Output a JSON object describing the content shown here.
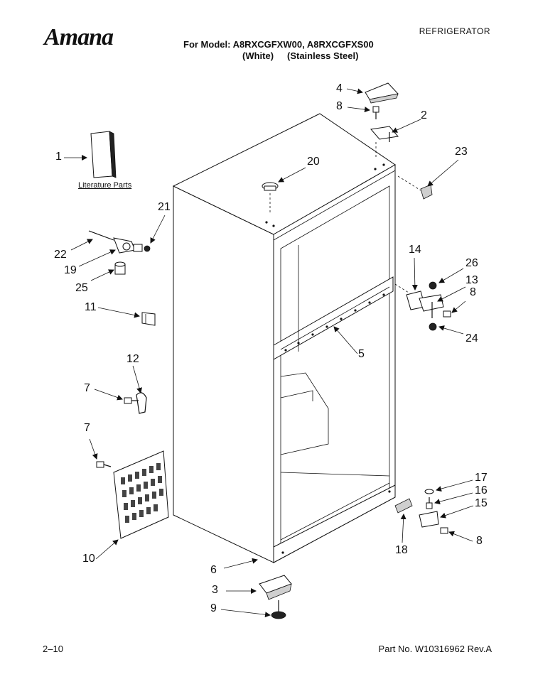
{
  "header": {
    "brand": "Amana",
    "category": "REFRIGERATOR",
    "model_line": "For Model: A8RXCGFXW00, A8RXCGFXS00",
    "variant_white": "(White)",
    "variant_stainless": "(Stainless Steel)"
  },
  "footer": {
    "page": "2–10",
    "part_no": "Part No. W10316962 Rev.A"
  },
  "literature_label": "Literature Parts",
  "callouts": [
    {
      "id": "c1",
      "label": "1"
    },
    {
      "id": "c2",
      "label": "2"
    },
    {
      "id": "c3",
      "label": "3"
    },
    {
      "id": "c4",
      "label": "4"
    },
    {
      "id": "c5",
      "label": "5"
    },
    {
      "id": "c6",
      "label": "6"
    },
    {
      "id": "c7a",
      "label": "7"
    },
    {
      "id": "c7b",
      "label": "7"
    },
    {
      "id": "c8a",
      "label": "8"
    },
    {
      "id": "c8b",
      "label": "8"
    },
    {
      "id": "c8c",
      "label": "8"
    },
    {
      "id": "c9",
      "label": "9"
    },
    {
      "id": "c10",
      "label": "10"
    },
    {
      "id": "c11",
      "label": "11"
    },
    {
      "id": "c12",
      "label": "12"
    },
    {
      "id": "c13",
      "label": "13"
    },
    {
      "id": "c14",
      "label": "14"
    },
    {
      "id": "c15",
      "label": "15"
    },
    {
      "id": "c16",
      "label": "16"
    },
    {
      "id": "c17",
      "label": "17"
    },
    {
      "id": "c18",
      "label": "18"
    },
    {
      "id": "c19",
      "label": "19"
    },
    {
      "id": "c20",
      "label": "20"
    },
    {
      "id": "c21",
      "label": "21"
    },
    {
      "id": "c22",
      "label": "22"
    },
    {
      "id": "c23",
      "label": "23"
    },
    {
      "id": "c24",
      "label": "24"
    },
    {
      "id": "c25",
      "label": "25"
    },
    {
      "id": "c26",
      "label": "26"
    }
  ]
}
